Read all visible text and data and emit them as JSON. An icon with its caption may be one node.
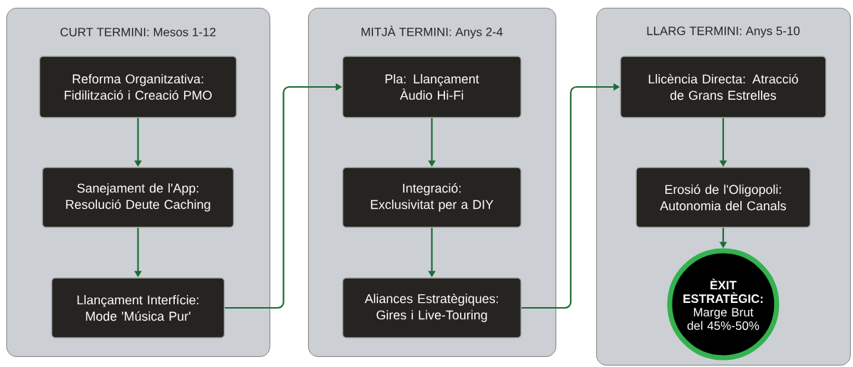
{
  "diagram": {
    "nodes": [
      {
        "text": [
          "CURT TERMINI: Mesos 1-12"
        ]
      },
      {
        "text": [
          "Reforma Organitzativa: Fidilització i Creació PMO"
        ],
        "in": 0
      },
      {
        "text": [
          "Sanejament de l'App: Resolució Deute Caching"
        ],
        "in": 0
      },
      {
        "text": [
          "Llançament Interfície: Mode 'Música Pur'"
        ],
        "in": 0
      },
      {
        "text": [
          "MITJÀ TERMINI: Anys 2-4"
        ]
      },
      {
        "text": [
          "Pla: Llançament Àudio Hi-Fi"
        ],
        "in": 4
      },
      {
        "text": [
          "Integració: Exclusivitat per a DIY"
        ],
        "in": 4
      },
      {
        "text": [
          "Aliances Estratègiques: Gires i Live-Touring"
        ],
        "in": 4
      },
      {
        "text": [
          "LLARG TERMINI: Anys 5-10"
        ]
      },
      {
        "text": [
          "Llicència Directa: Atracció de Grans Estrelles"
        ],
        "in": 8
      },
      {
        "text": [
          "Erosió de l'Oligopoli: Autonomia del Canals"
        ],
        "in": 8
      },
      {
        "text": [
          "ÈXIT ESTRATÈGIC:",
          "Marge Brut del 45%-50%"
        ],
        "in": 8
      }
    ],
    "edges": [
      {
        "from": 1,
        "to": 2,
        "arrow": "to"
      },
      {
        "from": 2,
        "to": 3,
        "arrow": "to"
      },
      {
        "from": 3,
        "to": 5,
        "arrow": "to"
      },
      {
        "from": 5,
        "to": 6,
        "arrow": "to"
      },
      {
        "from": 6,
        "to": 7,
        "arrow": "to"
      },
      {
        "from": 7,
        "to": 9,
        "arrow": "to"
      },
      {
        "from": 9,
        "to": 10,
        "arrow": "to"
      },
      {
        "from": 10,
        "to": 11,
        "arrow": "to"
      }
    ]
  }
}
